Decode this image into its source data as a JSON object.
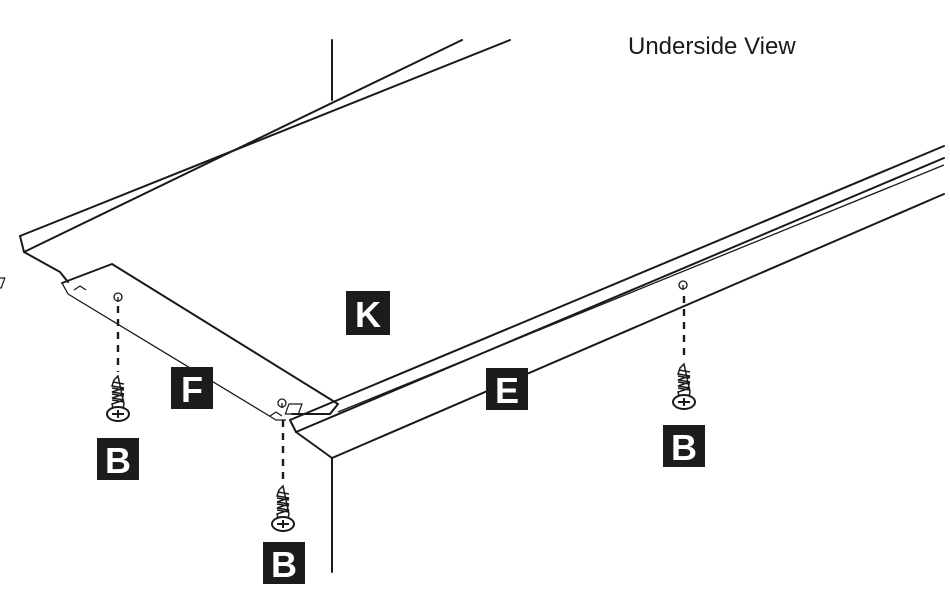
{
  "title": "Underside View",
  "parts": {
    "panel": "K",
    "side_rail": "F",
    "front_rail": "E",
    "screw": "B"
  }
}
